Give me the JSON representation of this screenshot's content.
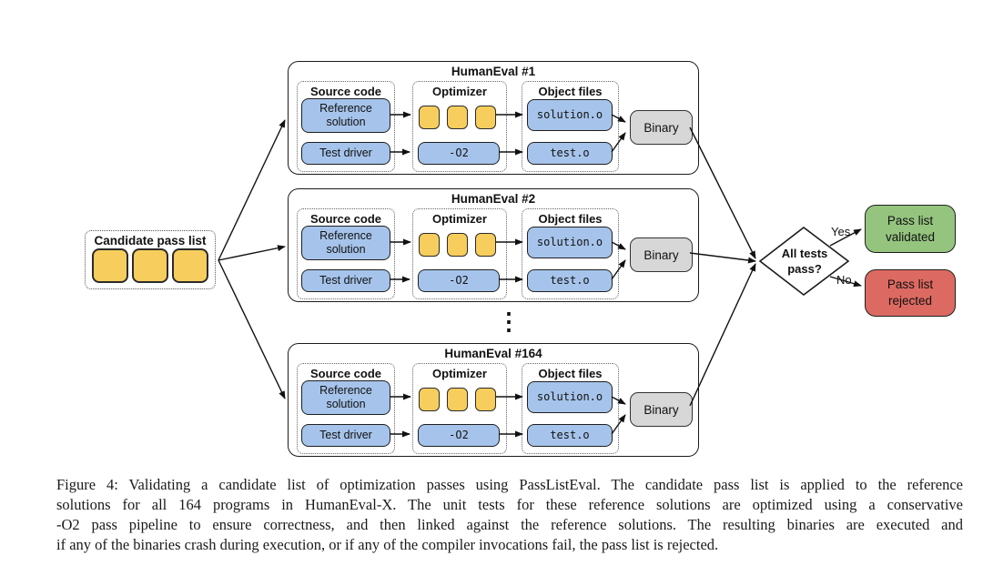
{
  "diagram": {
    "candidate": {
      "label": "Candidate pass list"
    },
    "ellipsis": "⋮",
    "blocks": [
      {
        "title": "HumanEval #1",
        "source_label": "Source code",
        "optimizer_label": "Optimizer",
        "object_label": "Object files",
        "reference": "Reference solution",
        "test_driver": "Test driver",
        "opt_flag": "-O2",
        "solution_obj": "solution.o",
        "test_obj": "test.o",
        "binary": "Binary"
      },
      {
        "title": "HumanEval #2",
        "source_label": "Source code",
        "optimizer_label": "Optimizer",
        "object_label": "Object files",
        "reference": "Reference solution",
        "test_driver": "Test driver",
        "opt_flag": "-O2",
        "solution_obj": "solution.o",
        "test_obj": "test.o",
        "binary": "Binary"
      },
      {
        "title": "HumanEval #164",
        "source_label": "Source code",
        "optimizer_label": "Optimizer",
        "object_label": "Object files",
        "reference": "Reference solution",
        "test_driver": "Test driver",
        "opt_flag": "-O2",
        "solution_obj": "solution.o",
        "test_obj": "test.o",
        "binary": "Binary"
      }
    ],
    "decision": {
      "label": "All tests pass?",
      "yes": "Yes",
      "no": "No"
    },
    "outcomes": {
      "validated": "Pass list validated",
      "rejected": "Pass list rejected"
    },
    "colors": {
      "pass_yellow": "#F7CE5D",
      "box_blue": "#A6C4EB",
      "binary_gray": "#D7D7D7",
      "validated_green": "#94C47E",
      "rejected_red": "#DD6A62"
    }
  },
  "caption": {
    "lines": [
      "Figure 4: Validating a candidate list of optimization passes using PassListEval. The candidate pass list is applied to the reference",
      "solutions for all 164 programs in HumanEval-X. The unit tests for these reference solutions are optimized using a conservative",
      "-O2 pass pipeline to ensure correctness, and then linked against the reference solutions. The resulting binaries are executed and",
      "if any of the binaries crash during execution, or if any of the compiler invocations fail, the pass list is rejected."
    ]
  }
}
